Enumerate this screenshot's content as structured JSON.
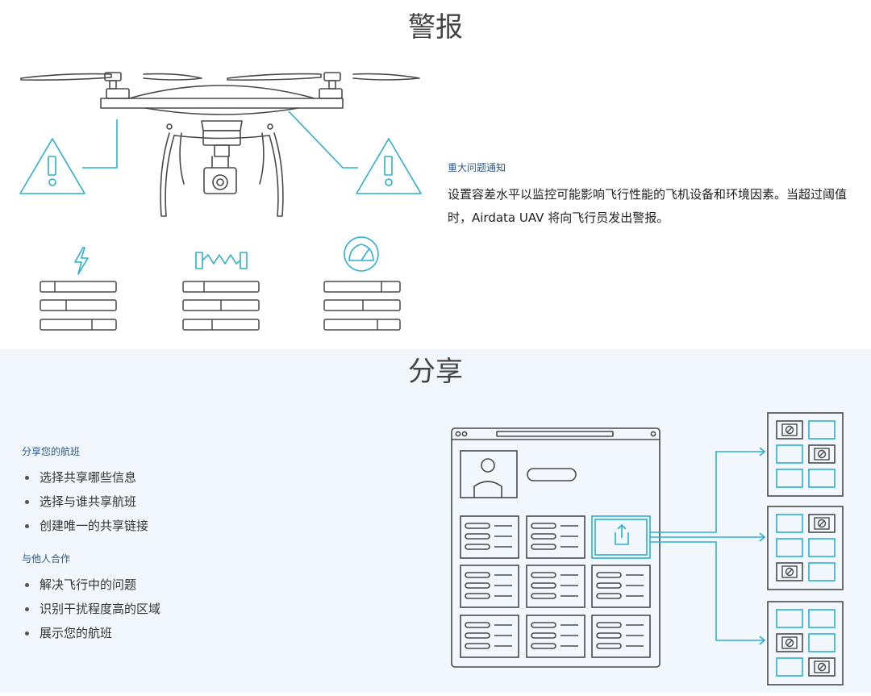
{
  "alerts": {
    "title": "警报",
    "subtitle": "重大问题通知",
    "description": "设置容差水平以监控可能影响飞行性能的飞机设备和环境因素。当超过阈值时，Airdata UAV 将向飞行员发出警报。",
    "icons": [
      "drone-icon",
      "warning-icon",
      "lightning-icon",
      "vibration-icon",
      "gauge-icon"
    ]
  },
  "share": {
    "title": "分享",
    "group1_title": "分享您的航班",
    "group1_items": [
      "选择共享哪些信息",
      "选择与谁共享航班",
      "创建唯一的共享链接"
    ],
    "group2_title": "与他人合作",
    "group2_items": [
      "解决飞行中的问题",
      "识别干扰程度高的区域",
      "展示您的航班"
    ],
    "icons": [
      "browser-window-icon",
      "share-icon",
      "user-avatar-icon",
      "blocked-icon"
    ]
  },
  "colors": {
    "accent": "#2ab0d3",
    "line": "#4a4a4a",
    "share_bg": "#f1f7fc",
    "subtitle": "#2e5a8c"
  }
}
